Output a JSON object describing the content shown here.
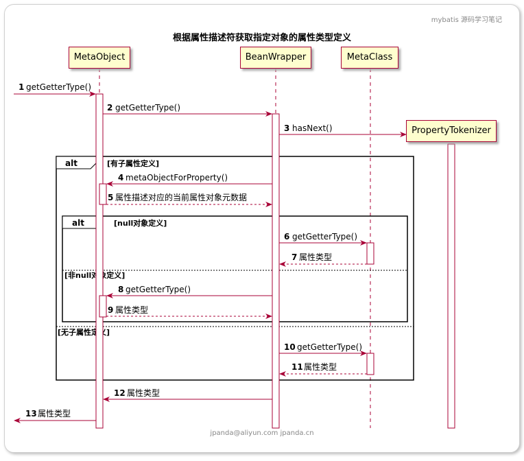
{
  "header_note": "mybatis 源码学习笔记",
  "title": "根据属性描述符获取指定对象的属性类型定义",
  "footer": "jpanda@aliyun.com  jpanda.cn",
  "participants": {
    "meta_object": "MetaObject",
    "bean_wrapper": "BeanWrapper",
    "meta_class": "MetaClass",
    "property_tokenizer": "PropertyTokenizer"
  },
  "messages": [
    {
      "num": "1",
      "text": "getGetterType()"
    },
    {
      "num": "2",
      "text": "getGetterType()"
    },
    {
      "num": "3",
      "text": "hasNext()"
    },
    {
      "num": "4",
      "text": "metaObjectForProperty()"
    },
    {
      "num": "5",
      "text": "属性描述对应的当前属性对象元数据"
    },
    {
      "num": "6",
      "text": "getGetterType()"
    },
    {
      "num": "7",
      "text": "属性类型"
    },
    {
      "num": "8",
      "text": "getGetterType()"
    },
    {
      "num": "9",
      "text": "属性类型"
    },
    {
      "num": "10",
      "text": "getGetterType()"
    },
    {
      "num": "11",
      "text": "属性类型"
    },
    {
      "num": "12",
      "text": "属性类型"
    },
    {
      "num": "13",
      "text": "属性类型"
    }
  ],
  "fragments": {
    "outer_label": "alt",
    "outer_guard1": "[有子属性定义]",
    "outer_guard2": "[无子属性定义]",
    "inner_label": "alt",
    "inner_guard1": "[null对象定义]",
    "inner_guard2": "[非null对象定义]"
  },
  "colors": {
    "line": "#A80036",
    "participant_fill": "#FEFECE"
  }
}
